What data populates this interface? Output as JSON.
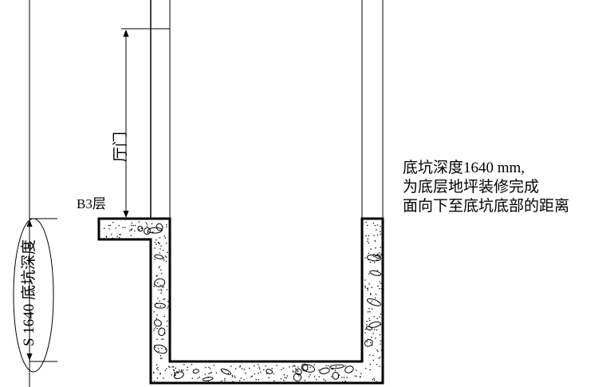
{
  "labels": {
    "door": "厅门",
    "floor": "B3层",
    "pit_depth_dim": "S 1640 底坑深度",
    "note_lines": [
      "底坑深度1640 mm,",
      "为底层地坪装修完成",
      "面向下至底坑底部的距离"
    ]
  },
  "colors": {
    "line": "#000000",
    "background": "#ffffff"
  }
}
